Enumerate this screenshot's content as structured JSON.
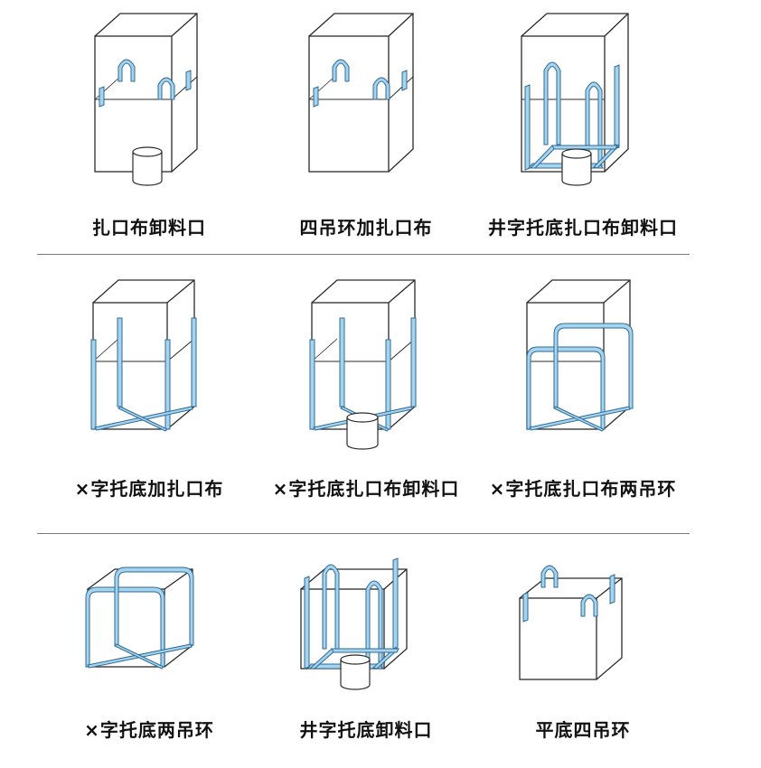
{
  "items": [
    {
      "label": "扎口布卸料口"
    },
    {
      "label": "四吊环加扎口布"
    },
    {
      "label": "井字托底扎口布卸料口"
    },
    {
      "label": "×字托底加扎口布"
    },
    {
      "label": "×字托底扎口布卸料口"
    },
    {
      "label": "×字托底扎口布两吊环"
    },
    {
      "label": "×字托底两吊环"
    },
    {
      "label": "井字托底卸料口"
    },
    {
      "label": "平底四吊环"
    }
  ],
  "colors": {
    "outline": "#2b2b2b",
    "strap_fill": "#a6d3ee",
    "strap_stroke": "#2e6b96",
    "divider": "#7a7a7a",
    "background": "#ffffff"
  }
}
